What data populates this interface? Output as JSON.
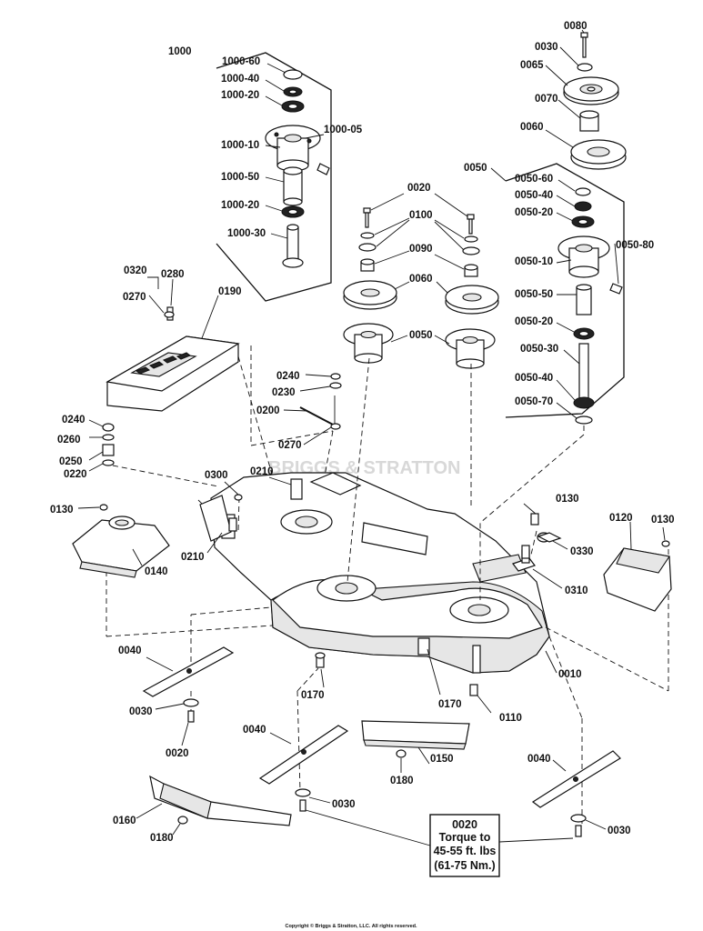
{
  "watermark": "BRIGGS & STRATTON",
  "copyright": "Copyright © Briggs & Stratton, LLC. All rights reserved.",
  "torque_note": {
    "part": "0020",
    "line1": "Torque to",
    "line2": "45-55 ft. lbs",
    "line3": "(61-75 Nm.)"
  },
  "callouts": [
    {
      "id": "c1000",
      "text": "1000"
    },
    {
      "id": "c1000_60",
      "text": "1000-60"
    },
    {
      "id": "c1000_40",
      "text": "1000-40"
    },
    {
      "id": "c1000_20a",
      "text": "1000-20"
    },
    {
      "id": "c1000_10",
      "text": "1000-10"
    },
    {
      "id": "c1000_05",
      "text": "1000-05"
    },
    {
      "id": "c1000_50",
      "text": "1000-50"
    },
    {
      "id": "c1000_20b",
      "text": "1000-20"
    },
    {
      "id": "c1000_30",
      "text": "1000-30"
    },
    {
      "id": "c0080",
      "text": "0080"
    },
    {
      "id": "c0030top",
      "text": "0030"
    },
    {
      "id": "c0065",
      "text": "0065"
    },
    {
      "id": "c0070",
      "text": "0070"
    },
    {
      "id": "c0060r",
      "text": "0060"
    },
    {
      "id": "c0050label",
      "text": "0050"
    },
    {
      "id": "c0050_60",
      "text": "0050-60"
    },
    {
      "id": "c0050_40a",
      "text": "0050-40"
    },
    {
      "id": "c0050_20a",
      "text": "0050-20"
    },
    {
      "id": "c0050_80",
      "text": "0050-80"
    },
    {
      "id": "c0050_10",
      "text": "0050-10"
    },
    {
      "id": "c0050_50",
      "text": "0050-50"
    },
    {
      "id": "c0050_20b",
      "text": "0050-20"
    },
    {
      "id": "c0050_30",
      "text": "0050-30"
    },
    {
      "id": "c0050_40b",
      "text": "0050-40"
    },
    {
      "id": "c0050_70",
      "text": "0050-70"
    },
    {
      "id": "c0020top",
      "text": "0020"
    },
    {
      "id": "c0100",
      "text": "0100"
    },
    {
      "id": "c0090",
      "text": "0090"
    },
    {
      "id": "c0060m",
      "text": "0060"
    },
    {
      "id": "c0050m",
      "text": "0050"
    },
    {
      "id": "c0320",
      "text": "0320"
    },
    {
      "id": "c0280",
      "text": "0280"
    },
    {
      "id": "c0270a",
      "text": "0270"
    },
    {
      "id": "c0190",
      "text": "0190"
    },
    {
      "id": "c0240a",
      "text": "0240"
    },
    {
      "id": "c0230",
      "text": "0230"
    },
    {
      "id": "c0200",
      "text": "0200"
    },
    {
      "id": "c0270b",
      "text": "0270"
    },
    {
      "id": "c0240b",
      "text": "0240"
    },
    {
      "id": "c0260",
      "text": "0260"
    },
    {
      "id": "c0250",
      "text": "0250"
    },
    {
      "id": "c0220",
      "text": "0220"
    },
    {
      "id": "c0300",
      "text": "0300"
    },
    {
      "id": "c0210a",
      "text": "0210"
    },
    {
      "id": "c0210b",
      "text": "0210"
    },
    {
      "id": "c0130a",
      "text": "0130"
    },
    {
      "id": "c0140",
      "text": "0140"
    },
    {
      "id": "c0130b",
      "text": "0130"
    },
    {
      "id": "c0120",
      "text": "0120"
    },
    {
      "id": "c0130c",
      "text": "0130"
    },
    {
      "id": "c0330",
      "text": "0330"
    },
    {
      "id": "c0310",
      "text": "0310"
    },
    {
      "id": "c0010",
      "text": "0010"
    },
    {
      "id": "c0040a",
      "text": "0040"
    },
    {
      "id": "c0030a",
      "text": "0030"
    },
    {
      "id": "c0020a",
      "text": "0020"
    },
    {
      "id": "c0170a",
      "text": "0170"
    },
    {
      "id": "c0170b",
      "text": "0170"
    },
    {
      "id": "c0110",
      "text": "0110"
    },
    {
      "id": "c0040b",
      "text": "0040"
    },
    {
      "id": "c0150",
      "text": "0150"
    },
    {
      "id": "c0180a",
      "text": "0180"
    },
    {
      "id": "c0030b",
      "text": "0030"
    },
    {
      "id": "c0040c",
      "text": "0040"
    },
    {
      "id": "c0030c",
      "text": "0030"
    },
    {
      "id": "c0160",
      "text": "0160"
    },
    {
      "id": "c0180b",
      "text": "0180"
    }
  ]
}
